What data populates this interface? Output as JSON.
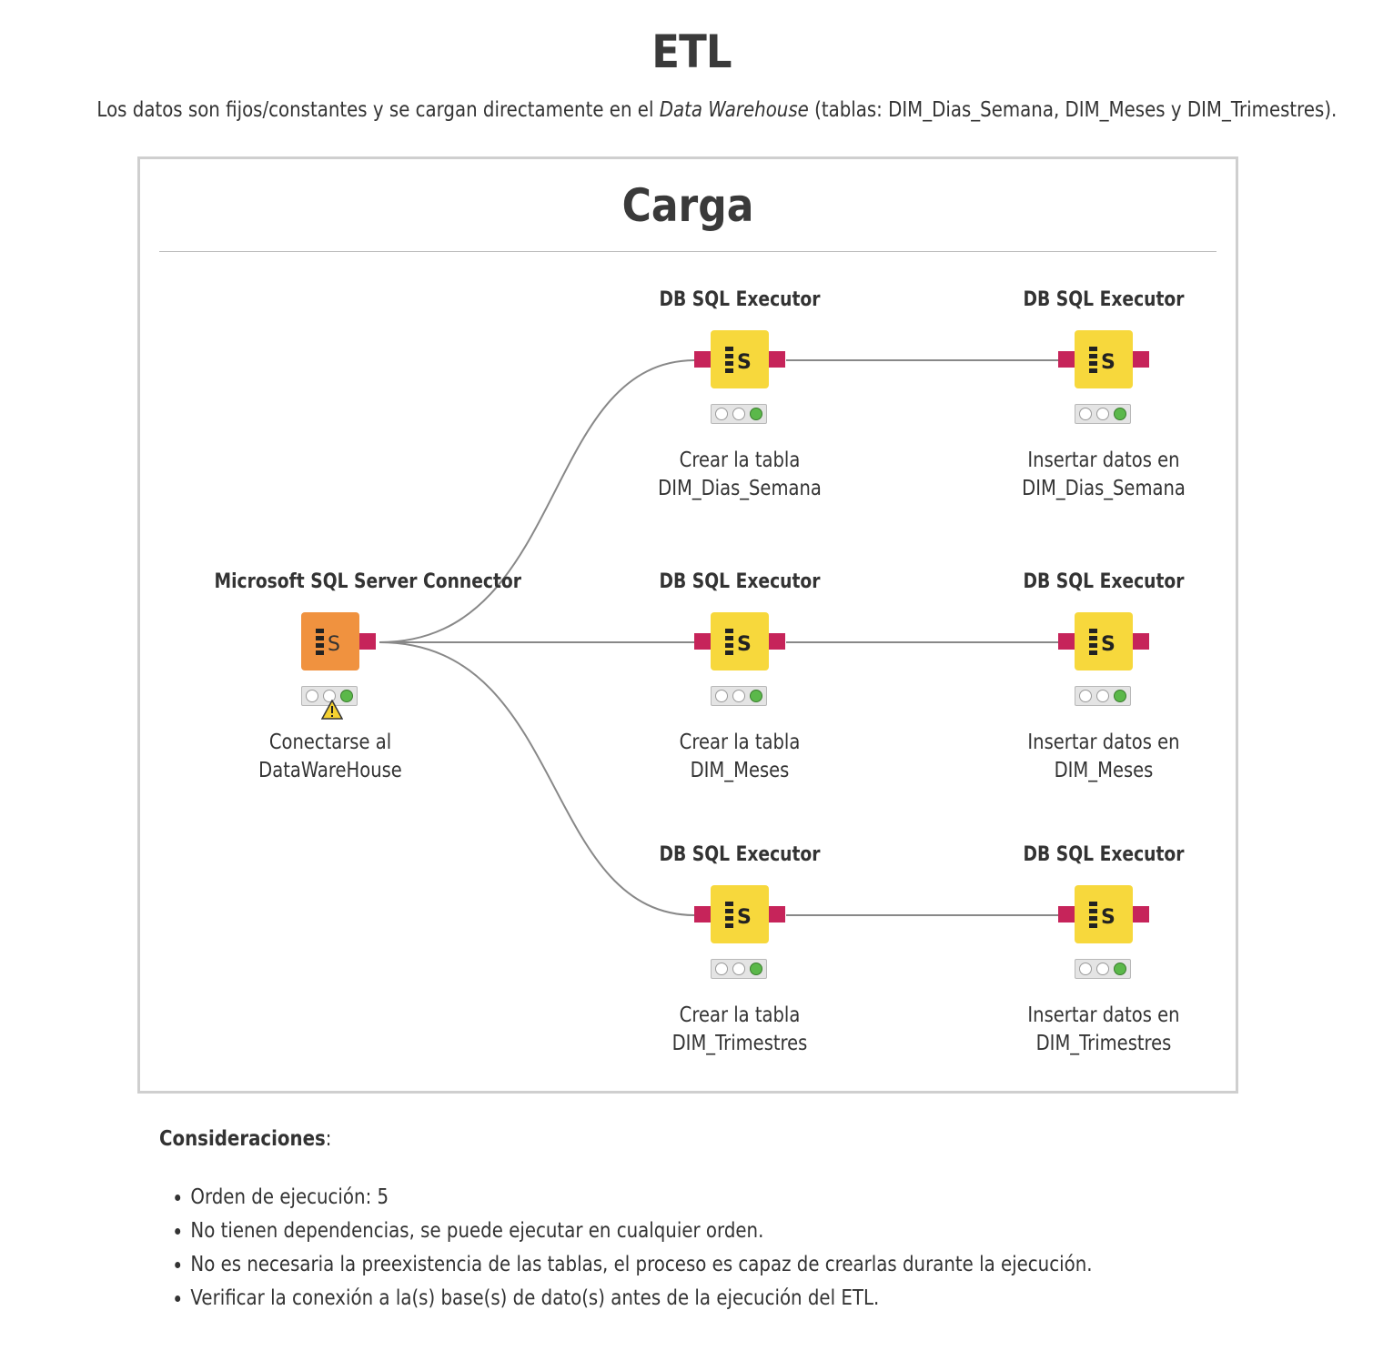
{
  "title": "ETL",
  "intro": {
    "before": "Los datos son fijos/constantes y se cargan directamente en el ",
    "emphasis": "Data Warehouse",
    "after": " (tablas: DIM_Dias_Semana, DIM_Meses y DIM_Trimestres)."
  },
  "workflow": {
    "title": "Carga",
    "nodes": [
      {
        "id": "connector",
        "type": "Microsoft SQL Server Connector",
        "desc_line1": "Conectarse al",
        "desc_line2": "DataWareHouse",
        "color": "#f0923f",
        "warning": true
      },
      {
        "id": "create-dias",
        "type": "DB SQL Executor",
        "desc_line1": "Crear la tabla",
        "desc_line2": "DIM_Dias_Semana",
        "color": "#f7d83c",
        "warning": false
      },
      {
        "id": "insert-dias",
        "type": "DB SQL Executor",
        "desc_line1": "Insertar datos en",
        "desc_line2": "DIM_Dias_Semana",
        "color": "#f7d83c",
        "warning": false
      },
      {
        "id": "create-meses",
        "type": "DB SQL Executor",
        "desc_line1": "Crear la tabla",
        "desc_line2": "DIM_Meses",
        "color": "#f7d83c",
        "warning": false
      },
      {
        "id": "insert-meses",
        "type": "DB SQL Executor",
        "desc_line1": "Insertar datos en",
        "desc_line2": "DIM_Meses",
        "color": "#f7d83c",
        "warning": false
      },
      {
        "id": "create-trim",
        "type": "DB SQL Executor",
        "desc_line1": "Crear la tabla",
        "desc_line2": "DIM_Trimestres",
        "color": "#f7d83c",
        "warning": false
      },
      {
        "id": "insert-trim",
        "type": "DB SQL Executor",
        "desc_line1": "Insertar datos en",
        "desc_line2": "DIM_Trimestres",
        "color": "#f7d83c",
        "warning": false
      }
    ],
    "connections": [
      [
        "connector",
        "create-dias"
      ],
      [
        "connector",
        "create-meses"
      ],
      [
        "connector",
        "create-trim"
      ],
      [
        "create-dias",
        "insert-dias"
      ],
      [
        "create-meses",
        "insert-meses"
      ],
      [
        "create-trim",
        "insert-trim"
      ]
    ],
    "status": "executed"
  },
  "considerations": {
    "heading": "Consideraciones",
    "suffix": ":",
    "items": [
      "Orden de ejecución: 5",
      "No tienen dependencias, se puede ejecutar en cualquier orden.",
      "No es necesaria la preexistencia de las tablas, el proceso es capaz de crearlas durante la ejecución.",
      "Verificar la conexión a la(s) base(s) de dato(s) antes de la ejecución del ETL."
    ]
  }
}
